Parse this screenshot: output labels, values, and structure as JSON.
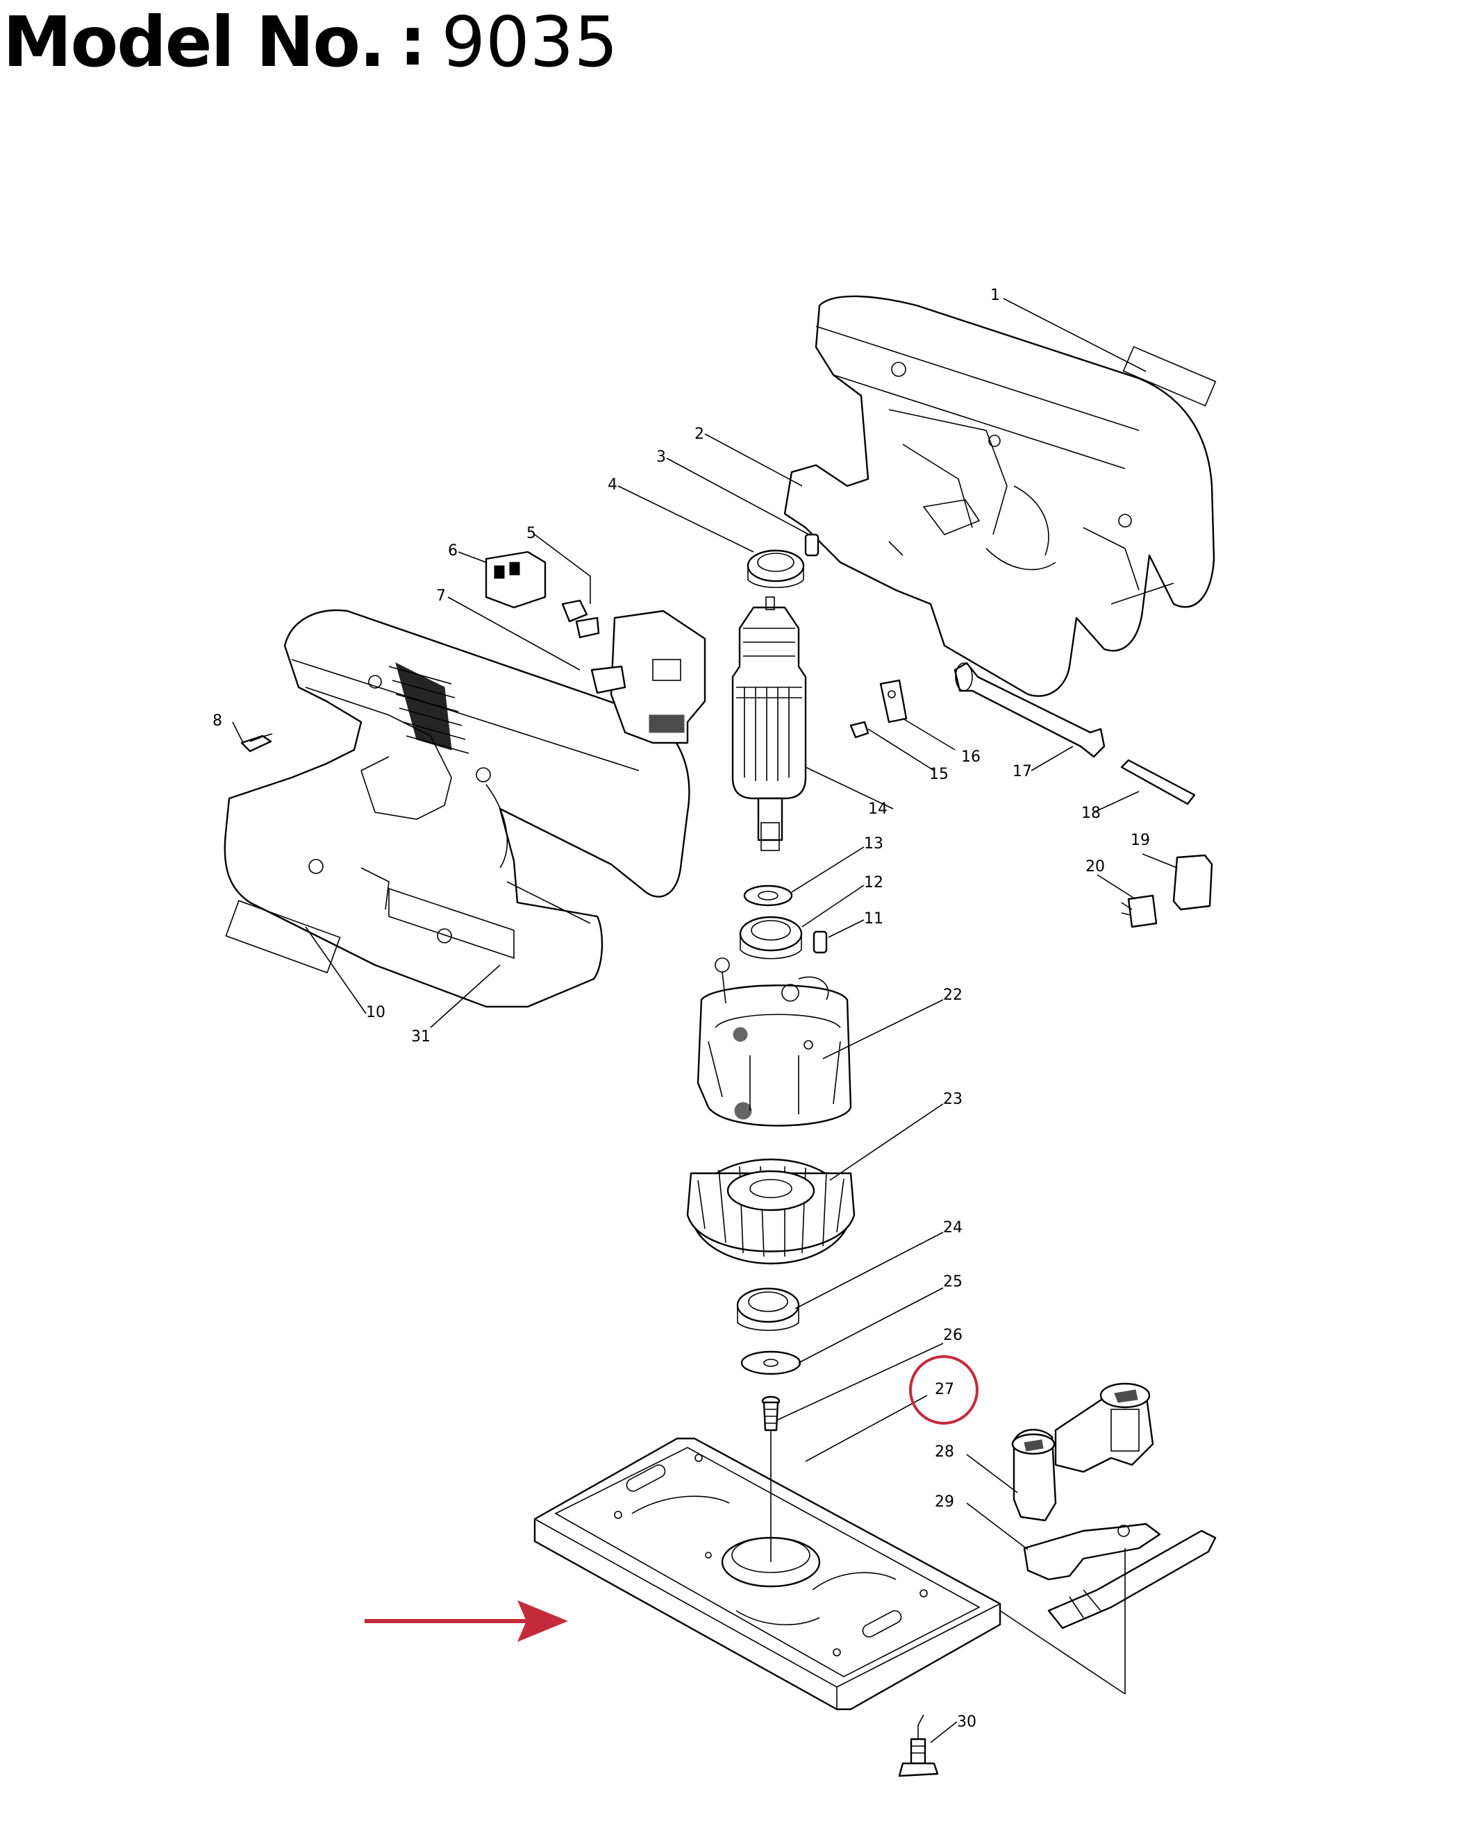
{
  "header": {
    "label": "Model No.",
    "separator": ":",
    "value": "9035"
  },
  "diagram": {
    "highlight_color": "#c42b3a",
    "arrow_color": "#c42b3a",
    "parts": [
      {
        "id": "1",
        "label": "1"
      },
      {
        "id": "2",
        "label": "2"
      },
      {
        "id": "3",
        "label": "3"
      },
      {
        "id": "4",
        "label": "4"
      },
      {
        "id": "5",
        "label": "5"
      },
      {
        "id": "6",
        "label": "6"
      },
      {
        "id": "7",
        "label": "7"
      },
      {
        "id": "8",
        "label": "8"
      },
      {
        "id": "10",
        "label": "10"
      },
      {
        "id": "11",
        "label": "11"
      },
      {
        "id": "12",
        "label": "12"
      },
      {
        "id": "13",
        "label": "13"
      },
      {
        "id": "14",
        "label": "14"
      },
      {
        "id": "15",
        "label": "15"
      },
      {
        "id": "16",
        "label": "16"
      },
      {
        "id": "17",
        "label": "17"
      },
      {
        "id": "18",
        "label": "18"
      },
      {
        "id": "19",
        "label": "19"
      },
      {
        "id": "20",
        "label": "20"
      },
      {
        "id": "22",
        "label": "22"
      },
      {
        "id": "23",
        "label": "23"
      },
      {
        "id": "24",
        "label": "24"
      },
      {
        "id": "25",
        "label": "25"
      },
      {
        "id": "26",
        "label": "26"
      },
      {
        "id": "27",
        "label": "27",
        "highlighted": true
      },
      {
        "id": "28",
        "label": "28"
      },
      {
        "id": "29",
        "label": "29"
      },
      {
        "id": "30",
        "label": "30"
      },
      {
        "id": "31",
        "label": "31"
      }
    ]
  }
}
